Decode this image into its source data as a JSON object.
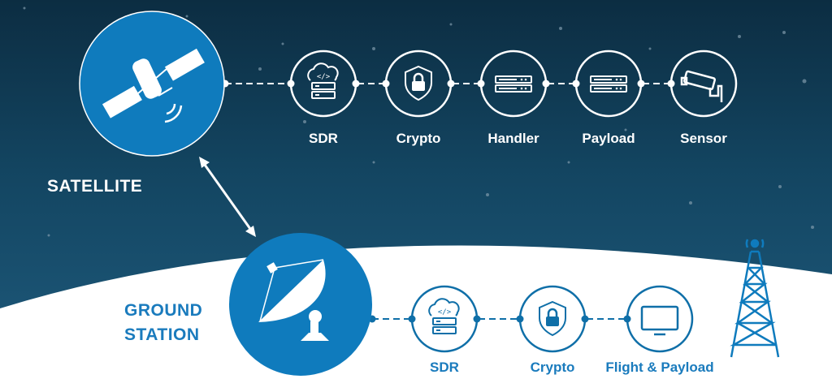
{
  "satellite": {
    "label": "SATELLITE",
    "chain": [
      {
        "label": "SDR",
        "icon": "cloud-server-icon"
      },
      {
        "label": "Crypto",
        "icon": "shield-lock-icon"
      },
      {
        "label": "Handler",
        "icon": "rack-server-icon"
      },
      {
        "label": "Payload",
        "icon": "rack-server-icon"
      },
      {
        "label": "Sensor",
        "icon": "security-camera-icon"
      }
    ]
  },
  "ground": {
    "label_line1": "GROUND",
    "label_line2": "STATION",
    "chain": [
      {
        "label": "SDR",
        "icon": "cloud-server-icon"
      },
      {
        "label": "Crypto",
        "icon": "shield-lock-icon"
      },
      {
        "label": "Flight & Payload",
        "icon": "monitor-icon"
      }
    ]
  },
  "colors": {
    "primary": "#0f7bbd",
    "sky_top": "#0c2d42",
    "sky_bottom": "#1e5a7c",
    "ground": "#ffffff"
  }
}
